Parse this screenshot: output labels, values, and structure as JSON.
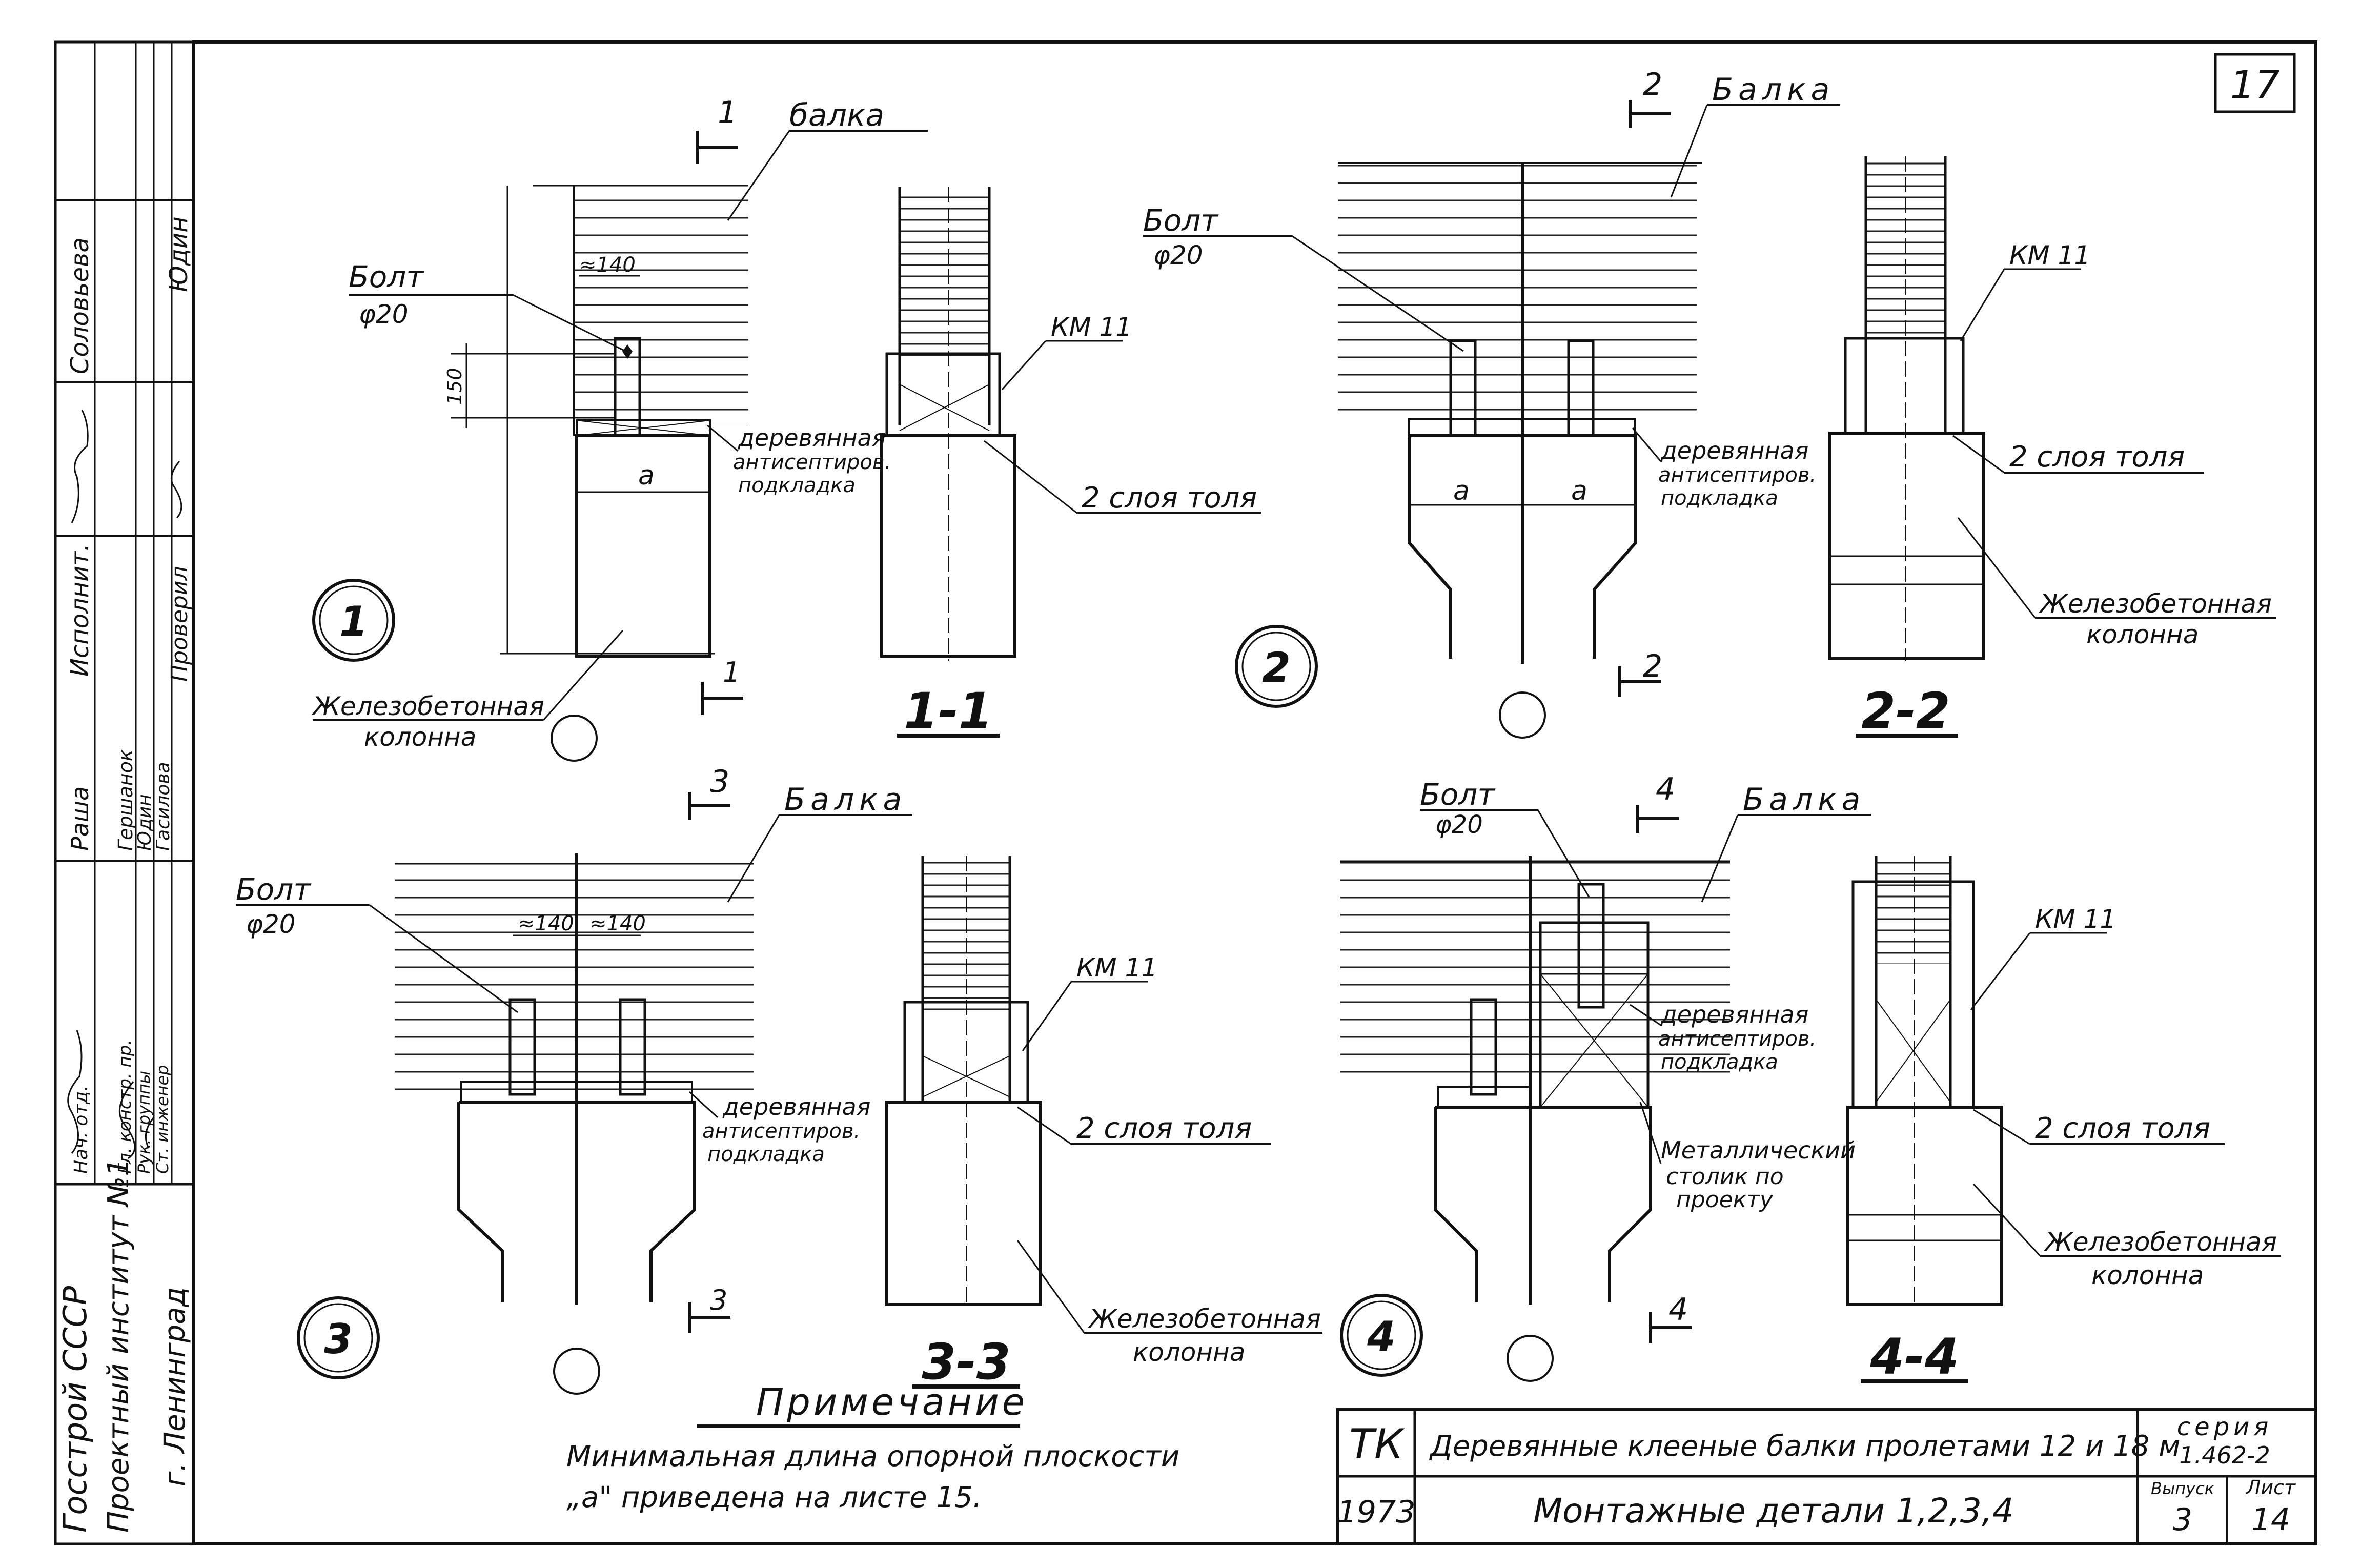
{
  "sheet_number": "17",
  "labels": {
    "beam_lower": "балка",
    "beam_spaced": "Балка",
    "beam_caps": "Балка",
    "bolt": "Болт",
    "bolt_dia": "φ20",
    "km": "КМ 11",
    "pad_line1": "деревянная",
    "pad_line2": "антисептиров.",
    "pad_line3": "подкладка",
    "roofing": "2 слоя толя",
    "column_line1": "Железобетонная",
    "column_line2": "колонна",
    "steel_table_line1": "Металлический",
    "steel_table_line2": "столик по",
    "steel_table_line3": "проекту",
    "dim_140": "≈140",
    "dim_150": "150",
    "dim_a": "a"
  },
  "details": [
    "1",
    "2",
    "3",
    "4"
  ],
  "cut_marks": [
    "1",
    "2",
    "3",
    "4"
  ],
  "sections": [
    "1-1",
    "2-2",
    "3-3",
    "4-4"
  ],
  "note": {
    "title": "Примечание",
    "line1": "Минимальная длина опорной плоскости",
    "line2": "„а\" приведена на листе 15."
  },
  "title_block": {
    "code": "ТК",
    "year": "1973",
    "title1": "Деревянные клееные балки пролетами 12 и 18 м",
    "title2": "Монтажные детали 1,2,3,4",
    "series_label": "серия",
    "series_value": "1.462-2",
    "issue_label": "Выпуск",
    "issue_value": "3",
    "sheet_label": "Лист",
    "sheet_value": "14"
  },
  "side_stamp": {
    "org1": "Госстрой СССР",
    "org2": "Проектный институт №1",
    "org3": "г. Ленинград",
    "roles": [
      "Нач. отд.",
      "Гл. констр. пр.",
      "Рук. группы",
      "Ст. инженер"
    ],
    "names": [
      "Раша",
      "Гершанок",
      "Юдин",
      "Гасилова"
    ],
    "roles2": [
      "Исполнит.",
      "Проверил"
    ],
    "names2": [
      "Соловьева",
      "Юдин"
    ]
  }
}
